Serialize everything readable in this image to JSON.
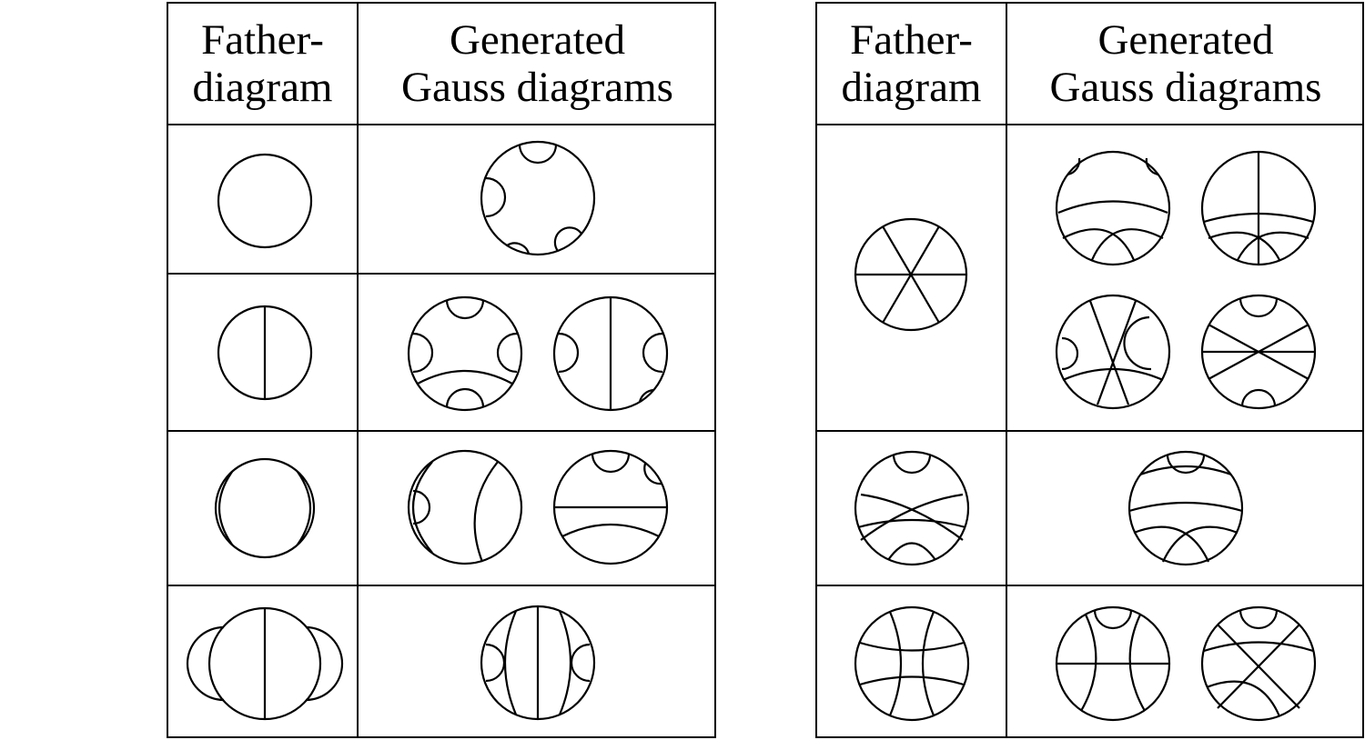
{
  "tables": [
    {
      "header": {
        "father": [
          "Father-",
          "diagram"
        ],
        "generated": [
          "Generated",
          "Gauss diagrams"
        ]
      }
    },
    {
      "header": {
        "father": [
          "Father-",
          "diagram"
        ],
        "generated": [
          "Generated",
          "Gauss diagrams"
        ]
      }
    }
  ]
}
